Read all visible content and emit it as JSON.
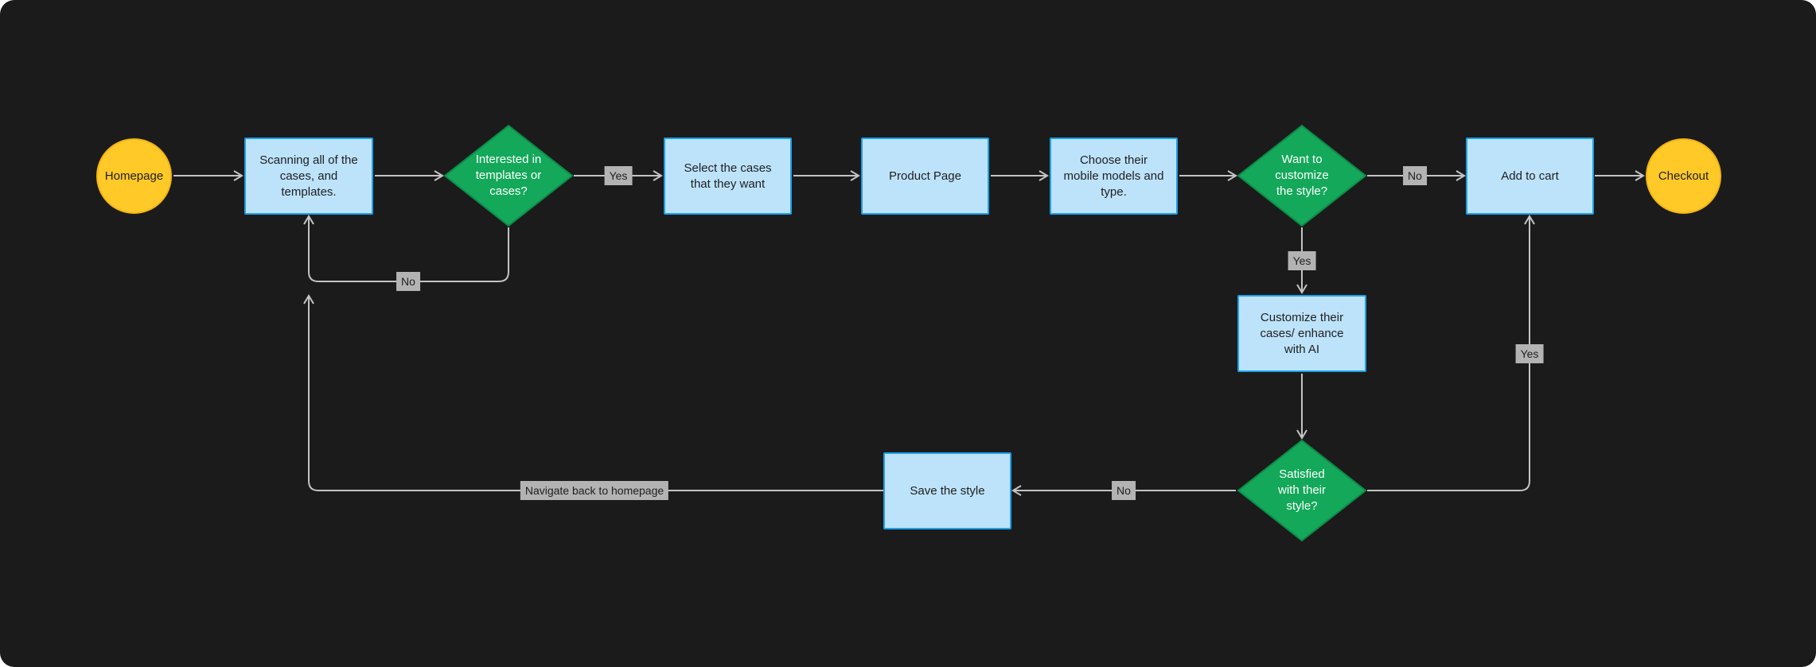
{
  "colors": {
    "background": "#1b1b1b",
    "process_fill": "#bde3fb",
    "process_stroke": "#1ea0ea",
    "terminal_fill": "#ffc928",
    "decision_fill": "#14a85a",
    "edge": "#c4c4c4",
    "label_bg": "#b3b3b3"
  },
  "nodes": {
    "homepage": "Homepage",
    "scanning": "Scanning all of the cases, and templates.",
    "interested": "Interested in templates or cases?",
    "select_cases": "Select the cases that they want",
    "product_page": "Product Page",
    "choose_models": "Choose their mobile models and type.",
    "want_customize": "Want to customize the style?",
    "add_to_cart": "Add to cart",
    "checkout": "Checkout",
    "customize_cases": "Customize their cases/ enhance with AI",
    "satisfied": "Satisfied with their style?",
    "save_style": "Save the style"
  },
  "edge_labels": {
    "interested_yes": "Yes",
    "interested_no": "No",
    "customize_no": "No",
    "customize_yes": "Yes",
    "satisfied_yes": "Yes",
    "satisfied_no": "No",
    "navigate_back": "Navigate back to homepage"
  }
}
